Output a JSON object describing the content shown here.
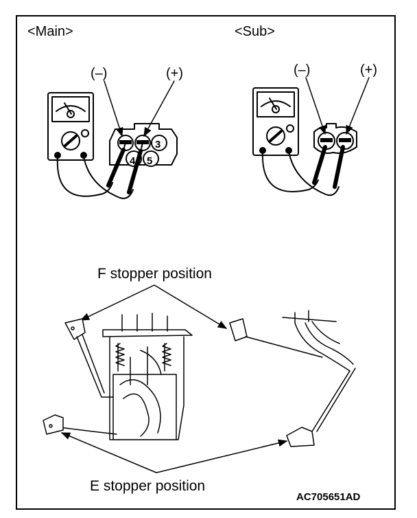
{
  "labels": {
    "main": "<Main>",
    "sub": "<Sub>",
    "minus": "(–)",
    "plus": "(+)",
    "pin3": "3",
    "pin4": "4",
    "pin5": "5",
    "f_stopper": "F stopper position",
    "e_stopper": "E stopper position",
    "figure_code": "AC705651AD"
  }
}
